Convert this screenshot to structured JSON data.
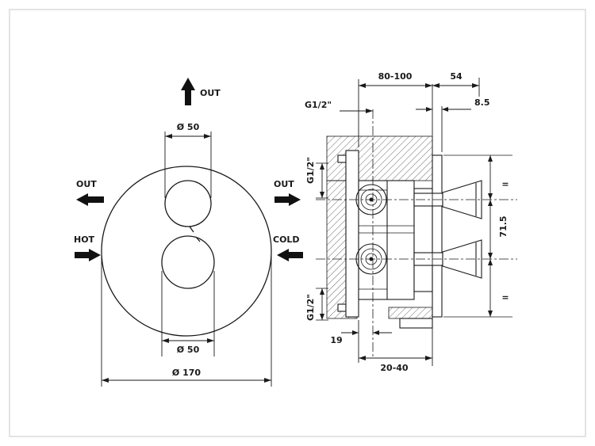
{
  "front_view": {
    "labels": {
      "out_top": "OUT",
      "out_left": "OUT",
      "hot": "HOT",
      "out_right": "OUT",
      "cold": "COLD"
    },
    "dimensions": {
      "knob_diameter_top": "Ø 50",
      "knob_diameter_bottom": "Ø 50",
      "plate_diameter": "Ø 170"
    }
  },
  "section_view": {
    "dimensions": {
      "recess_depth_range": "80-100",
      "handle_projection": "54",
      "plate_thickness": "8.5",
      "thread_top": "G1/2\"",
      "thread_side": "G1/2\"",
      "thread_bottom": "G1/2\"",
      "handle_center_distance": "71.5",
      "equal_mark_top": "=",
      "equal_mark_bottom": "=",
      "axis_offset": "19",
      "wall_thickness_range": "20-40"
    }
  },
  "colors": {
    "line": "#1a1a1a",
    "background": "#ffffff",
    "frame": "#c9c9c9"
  }
}
